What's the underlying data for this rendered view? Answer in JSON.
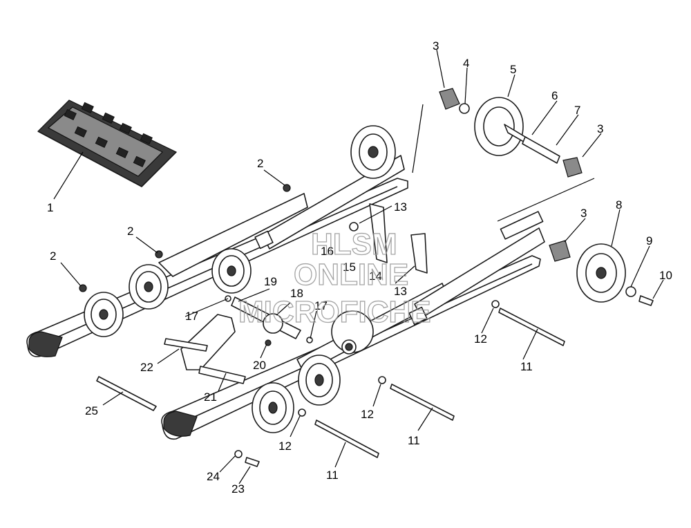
{
  "diagram": {
    "callouts": [
      {
        "id": "c1",
        "label": "1"
      },
      {
        "id": "c2a",
        "label": "2"
      },
      {
        "id": "c2b",
        "label": "2"
      },
      {
        "id": "c2c",
        "label": "2"
      },
      {
        "id": "c3a",
        "label": "3"
      },
      {
        "id": "c3b",
        "label": "3"
      },
      {
        "id": "c3c",
        "label": "3"
      },
      {
        "id": "c4",
        "label": "4"
      },
      {
        "id": "c5",
        "label": "5"
      },
      {
        "id": "c6",
        "label": "6"
      },
      {
        "id": "c7",
        "label": "7"
      },
      {
        "id": "c8",
        "label": "8"
      },
      {
        "id": "c9",
        "label": "9"
      },
      {
        "id": "c10",
        "label": "10"
      },
      {
        "id": "c11a",
        "label": "11"
      },
      {
        "id": "c11b",
        "label": "11"
      },
      {
        "id": "c11c",
        "label": "11"
      },
      {
        "id": "c12a",
        "label": "12"
      },
      {
        "id": "c12b",
        "label": "12"
      },
      {
        "id": "c12c",
        "label": "12"
      },
      {
        "id": "c13a",
        "label": "13"
      },
      {
        "id": "c13b",
        "label": "13"
      },
      {
        "id": "c14",
        "label": "14"
      },
      {
        "id": "c15",
        "label": "15"
      },
      {
        "id": "c16",
        "label": "16"
      },
      {
        "id": "c17a",
        "label": "17"
      },
      {
        "id": "c17b",
        "label": "17"
      },
      {
        "id": "c18",
        "label": "18"
      },
      {
        "id": "c19",
        "label": "19"
      },
      {
        "id": "c20",
        "label": "20"
      },
      {
        "id": "c21",
        "label": "21"
      },
      {
        "id": "c22",
        "label": "22"
      },
      {
        "id": "c23",
        "label": "23"
      },
      {
        "id": "c24",
        "label": "24"
      },
      {
        "id": "c25",
        "label": "25"
      }
    ],
    "watermark": {
      "line1": "HLSM",
      "line2": "ONLINE",
      "line3": "MICROFICHE"
    }
  }
}
